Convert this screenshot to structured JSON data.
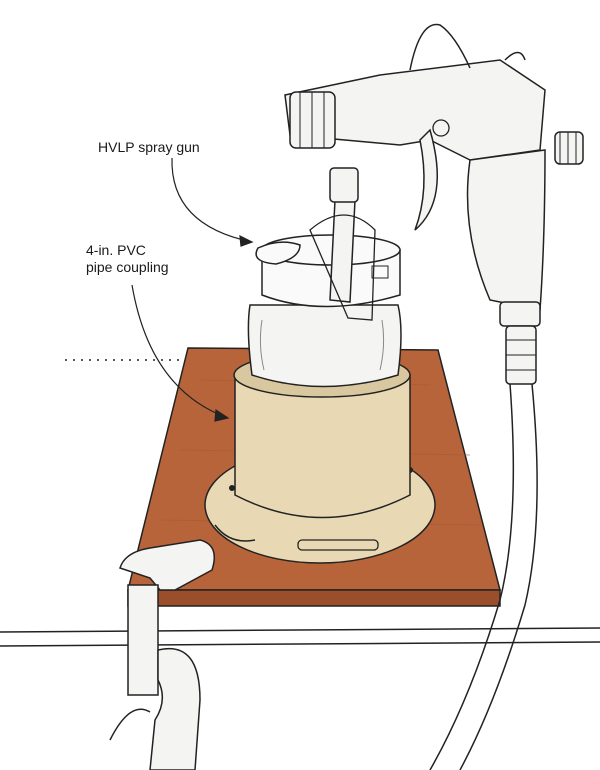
{
  "labels": {
    "spray_gun": "HVLP spray gun",
    "coupling_line1": "4-in. PVC",
    "coupling_line2": "pipe coupling"
  },
  "colors": {
    "board": "#b8643a",
    "board_edge": "#9a4f2a",
    "coupling": "#e8d9b4",
    "ink": "#1e1e1e",
    "paper": "#ffffff"
  },
  "icons": {
    "spray_gun": "spray-gun-icon",
    "clamp": "clamp-icon",
    "hose": "hose-icon"
  }
}
